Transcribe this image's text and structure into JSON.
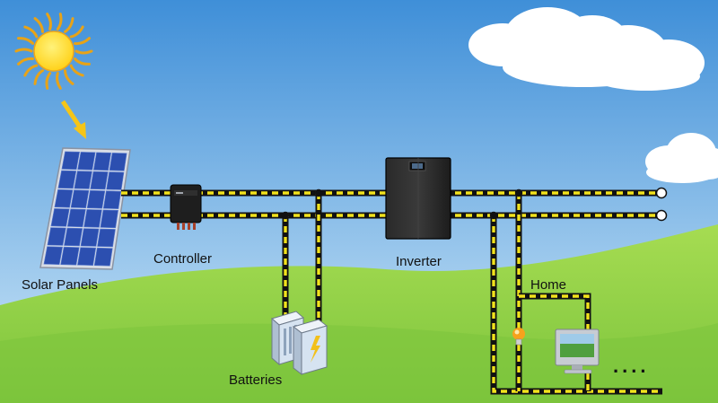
{
  "labels": {
    "solar_panels": "Solar Panels",
    "controller": "Controller",
    "inverter": "Inverter",
    "batteries": "Batteries",
    "home": "Home",
    "more": "...."
  },
  "colors": {
    "sky_top": "#3f8fd8",
    "sky_bottom": "#cfe8f8",
    "grass": "#7cc43c",
    "grass_light": "#a6dc52",
    "sun": "#ffd21a",
    "sun_rays": "#e8a317",
    "arrow": "#f5c518",
    "panel_cell": "#2c4fb0",
    "panel_frame": "#d8dde6",
    "cable_yellow": "#f2e21c",
    "cable_black": "#111111",
    "inverter_body": "#1c1c1c",
    "battery_body": "#d6e3f1",
    "battery_accent": "#f2c01a",
    "bulb": "#f7a21c",
    "monitor_frame": "#c7ccd3",
    "monitor_screen": "#4f9f3f"
  },
  "icons": [
    "sun-icon",
    "arrow-icon",
    "solar-panel-icon",
    "controller-icon",
    "inverter-icon",
    "battery-icon",
    "light-bulb-icon",
    "monitor-icon",
    "terminal-icon"
  ]
}
